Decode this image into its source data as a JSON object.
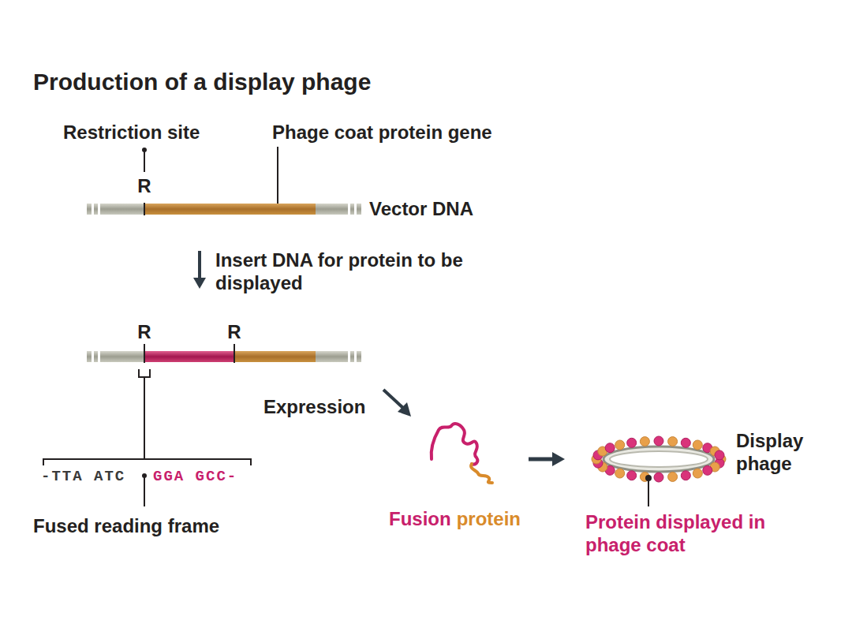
{
  "diagram": {
    "title": "Production of a display phage",
    "labels": [
      "Restriction site",
      "Phage coat protein gene",
      "R",
      "Vector DNA",
      "Insert DNA for protein to be displayed",
      "R",
      "R",
      "-TTA ATC",
      "GGA GCC-",
      "Fused reading frame",
      "Expression",
      "Fusion",
      "protein",
      "Display phage",
      "Protein displayed in phage coat"
    ]
  }
}
